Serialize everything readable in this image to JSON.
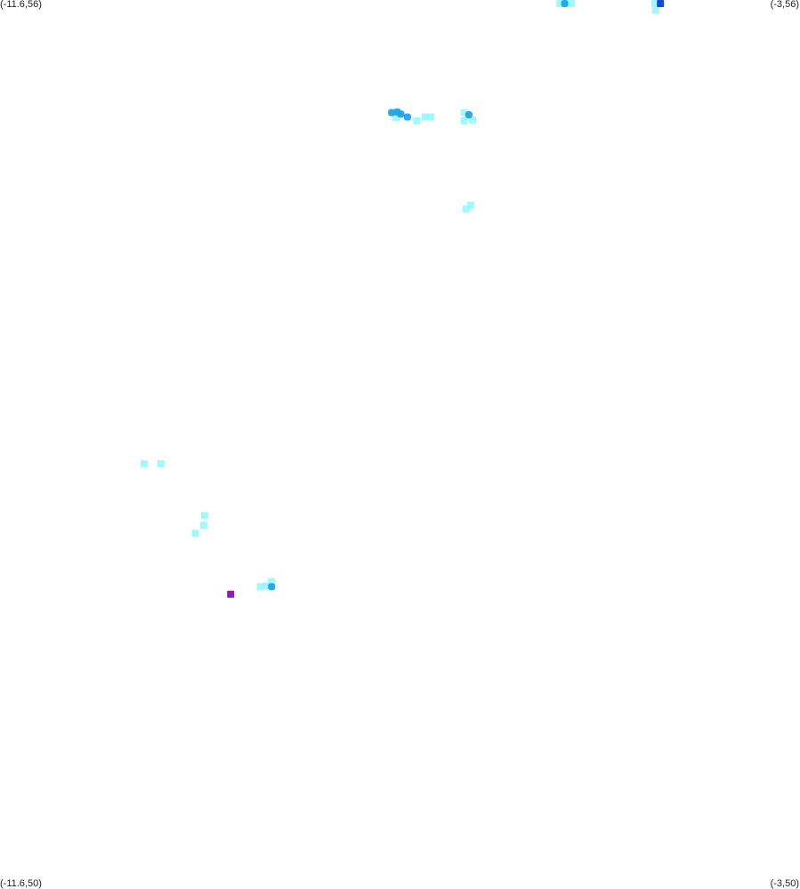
{
  "corner_labels": {
    "top_left": "(-11.6,56)",
    "top_right": "(-3,56)",
    "bottom_left": "(-11.6,50)",
    "bottom_right": "(-3,50)"
  },
  "extent": {
    "lon_min": -11.6,
    "lon_max": -3,
    "lat_min": 50,
    "lat_max": 56
  },
  "colors": {
    "background": "#ffffff",
    "low": "#8ff8ff",
    "mid": "#1fa3e6",
    "high": "#0a3fd8",
    "peak": "#8a0fb5"
  },
  "density_cells": [
    {
      "lon": -5.58,
      "lat": 55.985,
      "level": "low"
    },
    {
      "lon": -5.52,
      "lat": 55.985,
      "level": "low"
    },
    {
      "lon": -5.46,
      "lat": 55.985,
      "level": "low"
    },
    {
      "lon": -5.53,
      "lat": 55.995,
      "level": "mid"
    },
    {
      "lon": -4.56,
      "lat": 55.985,
      "level": "low"
    },
    {
      "lon": -4.5,
      "lat": 55.997,
      "level": "high"
    },
    {
      "lon": -4.55,
      "lat": 55.93,
      "level": "low"
    },
    {
      "lon": -7.39,
      "lat": 55.24,
      "level": "mid"
    },
    {
      "lon": -7.33,
      "lat": 55.245,
      "level": "mid"
    },
    {
      "lon": -7.29,
      "lat": 55.23,
      "level": "mid"
    },
    {
      "lon": -7.34,
      "lat": 55.205,
      "level": "low"
    },
    {
      "lon": -7.22,
      "lat": 55.21,
      "level": "mid"
    },
    {
      "lon": -7.12,
      "lat": 55.185,
      "level": "low"
    },
    {
      "lon": -7.03,
      "lat": 55.21,
      "level": "low"
    },
    {
      "lon": -6.97,
      "lat": 55.21,
      "level": "low"
    },
    {
      "lon": -6.61,
      "lat": 55.24,
      "level": "low"
    },
    {
      "lon": -6.56,
      "lat": 55.225,
      "level": "mid"
    },
    {
      "lon": -6.61,
      "lat": 55.185,
      "level": "low"
    },
    {
      "lon": -6.52,
      "lat": 55.19,
      "level": "low"
    },
    {
      "lon": -6.59,
      "lat": 54.59,
      "level": "low"
    },
    {
      "lon": -6.54,
      "lat": 54.615,
      "level": "low"
    },
    {
      "lon": -10.05,
      "lat": 52.87,
      "level": "low"
    },
    {
      "lon": -9.87,
      "lat": 52.87,
      "level": "low"
    },
    {
      "lon": -9.4,
      "lat": 52.52,
      "level": "low"
    },
    {
      "lon": -9.41,
      "lat": 52.455,
      "level": "low"
    },
    {
      "lon": -9.5,
      "lat": 52.4,
      "level": "low"
    },
    {
      "lon": -8.8,
      "lat": 52.04,
      "level": "low"
    },
    {
      "lon": -8.74,
      "lat": 52.045,
      "level": "low"
    },
    {
      "lon": -8.68,
      "lat": 52.04,
      "level": "mid"
    },
    {
      "lon": -8.68,
      "lat": 52.075,
      "level": "low"
    },
    {
      "lon": -9.12,
      "lat": 51.99,
      "level": "peak"
    }
  ]
}
